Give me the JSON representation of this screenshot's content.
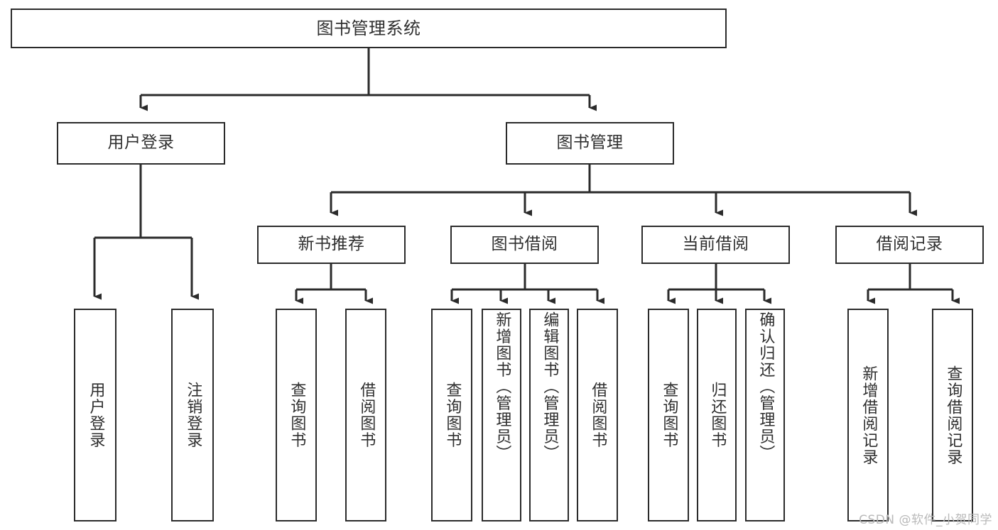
{
  "diagram": {
    "type": "tree",
    "title": "图书管理系统",
    "watermark": "CSDN @软件_小贺同学",
    "colors": {
      "box_border": "#2b2b2b",
      "box_fill": "#ffffff",
      "edge": "#2b2b2b",
      "text": "#2f2f2f",
      "watermark": "#b9b9b9",
      "background": "#ffffff"
    },
    "root": {
      "label": "图书管理系统"
    },
    "level2": [
      {
        "label": "用户登录"
      },
      {
        "label": "图书管理"
      }
    ],
    "level3": [
      {
        "label": "新书推荐"
      },
      {
        "label": "图书借阅"
      },
      {
        "label": "当前借阅"
      },
      {
        "label": "借阅记录"
      }
    ],
    "leaves": {
      "user_login": [
        {
          "label": "用户登录"
        },
        {
          "label": "注销登录"
        }
      ],
      "new_book_recommend": [
        {
          "label": "查询图书"
        },
        {
          "label": "借阅图书"
        }
      ],
      "book_borrow": [
        {
          "label": "查询图书"
        },
        {
          "label": "新增图书（管理员）"
        },
        {
          "label": "编辑图书（管理员）"
        },
        {
          "label": "借阅图书"
        }
      ],
      "current_borrow": [
        {
          "label": "查询图书"
        },
        {
          "label": "归还图书"
        },
        {
          "label": "确认归还（管理员）"
        }
      ],
      "borrow_record": [
        {
          "label": "新增借阅记录"
        },
        {
          "label": "查询借阅记录"
        }
      ]
    }
  }
}
